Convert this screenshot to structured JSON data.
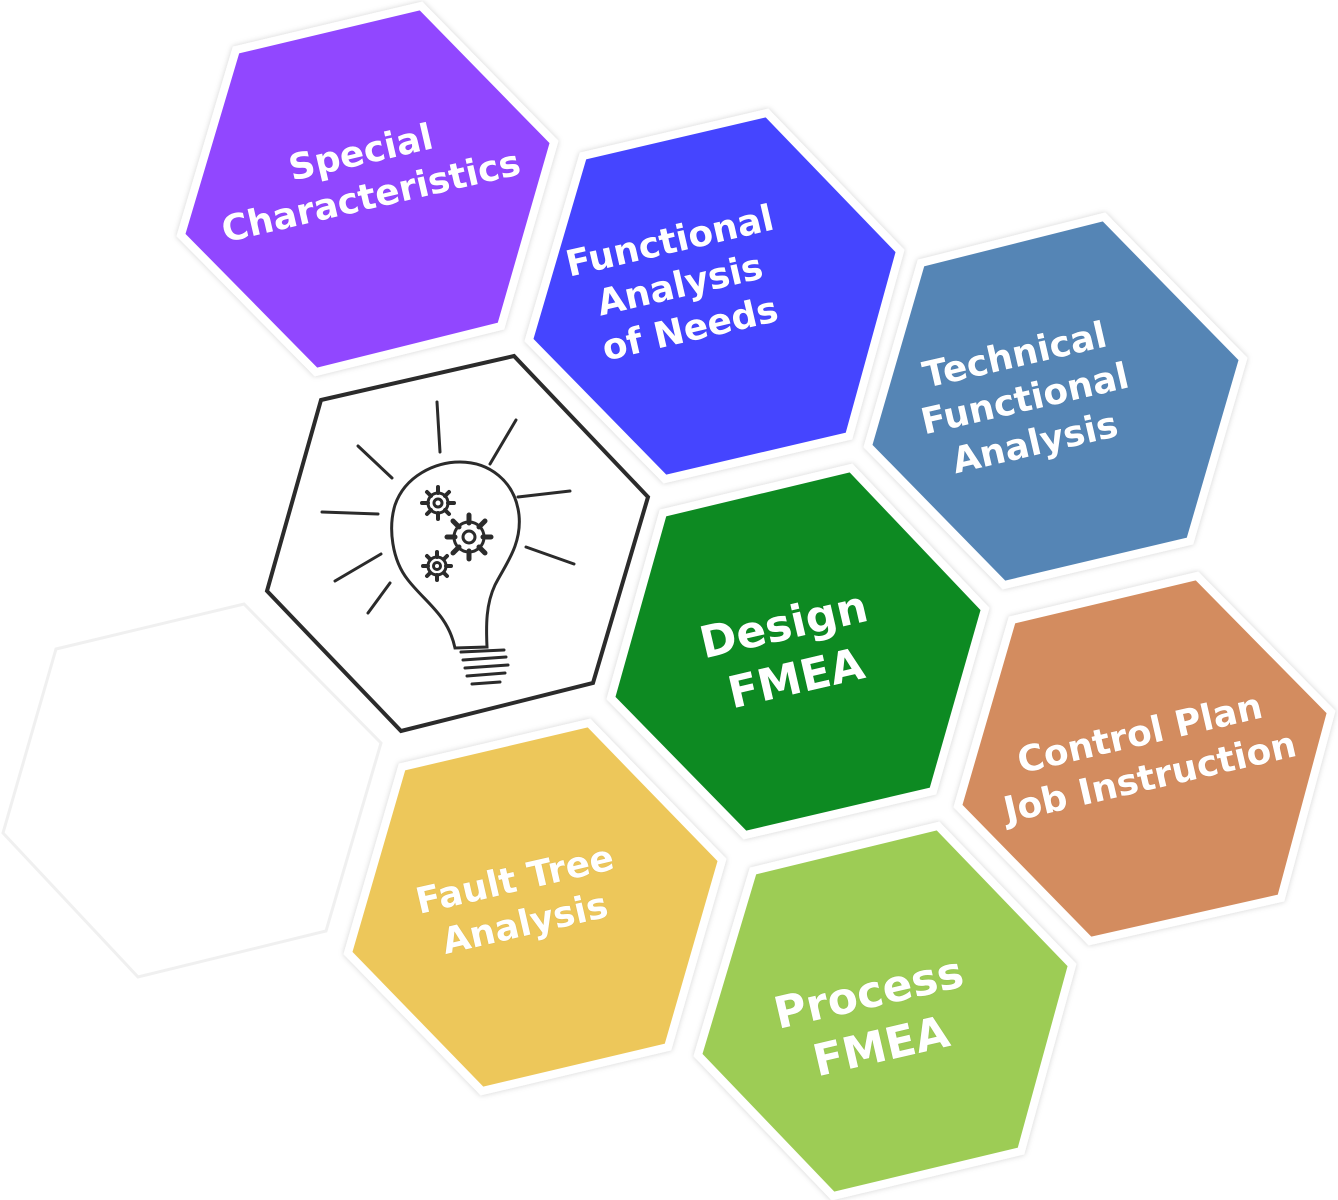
{
  "hexagons": {
    "special_characteristics": {
      "label": "Special\nCharacteristics",
      "color": "#9146ff"
    },
    "functional_analysis_needs": {
      "label": "Functional\nAnalysis\nof Needs",
      "color": "#4545ff"
    },
    "technical_functional_analysis": {
      "label": "Technical\nFunctional\nAnalysis",
      "color": "#5585b5"
    },
    "design_fmea": {
      "label": "Design\nFMEA",
      "color": "#0f8a23"
    },
    "control_plan": {
      "label": "Control Plan\nJob Instruction",
      "color": "#d38c5e"
    },
    "fault_tree_analysis": {
      "label": "Fault Tree\nAnalysis",
      "color": "#edc75a"
    },
    "process_fmea": {
      "label": "Process\nFMEA",
      "color": "#9dcc55"
    },
    "lightbulb": {
      "icon": "lightbulb-gears-icon",
      "color": "#ffffff",
      "stroke": "#2b2b2b"
    },
    "empty": {
      "color": "#ffffff"
    }
  }
}
